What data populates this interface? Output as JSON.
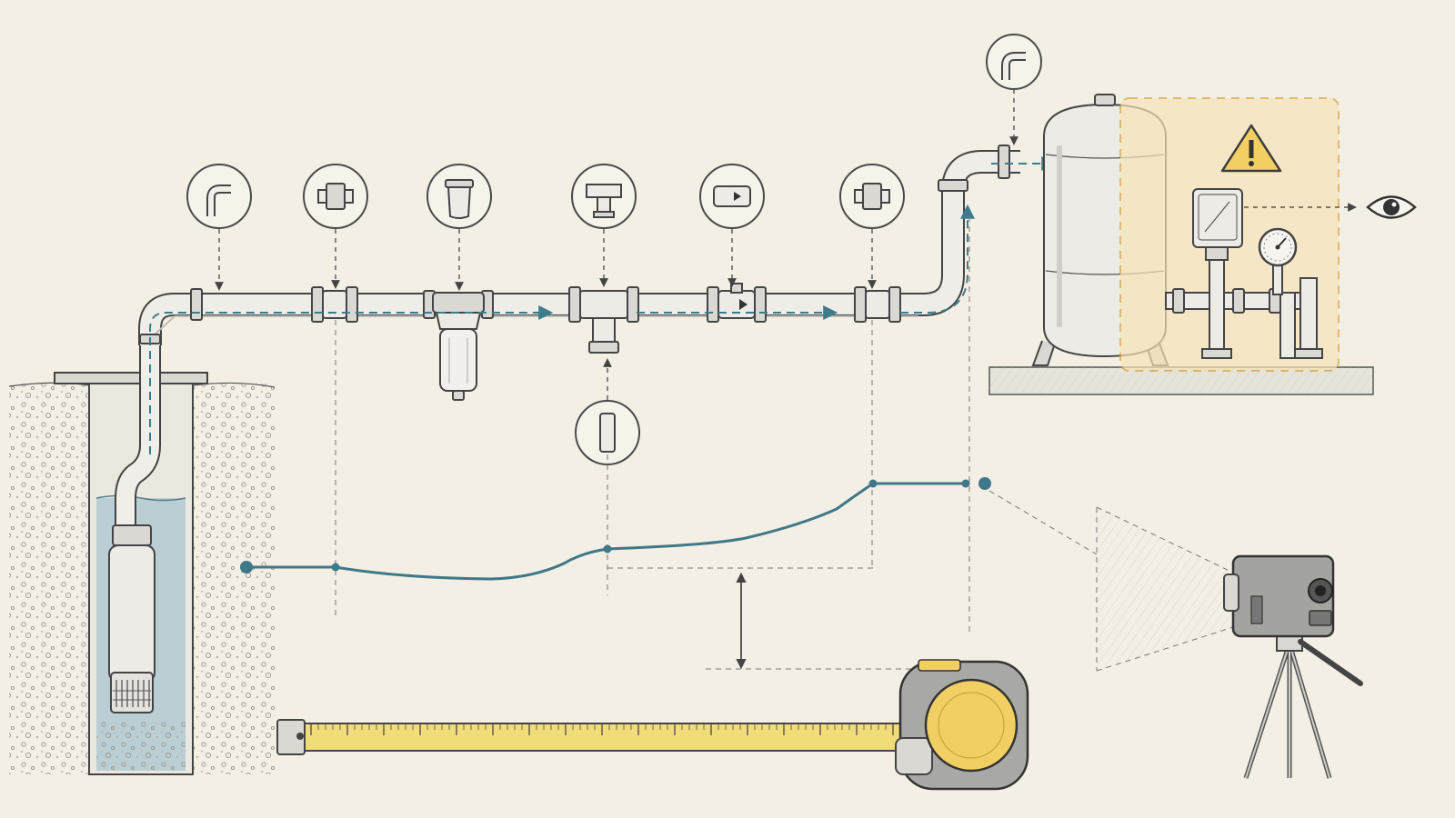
{
  "diagram": {
    "title": "",
    "colors": {
      "paper": "#f3efe4",
      "ink": "#3c3c3c",
      "flow": "#3c7c8c",
      "water": "#a9c6d0",
      "warning": "#f2cf63",
      "highlight": "#f6e4b8",
      "tape": "#f1dc7a"
    },
    "components": [
      {
        "id": "well",
        "icon": "well-casing-icon"
      },
      {
        "id": "submersible-pump",
        "icon": "submersible-pump-icon"
      },
      {
        "id": "drop-pipe",
        "icon": "pipe-icon"
      },
      {
        "id": "horizontal-line",
        "icon": "pipe-icon"
      },
      {
        "id": "sediment-filter",
        "icon": "filter-housing-icon"
      },
      {
        "id": "check-valve",
        "icon": "check-valve-icon"
      },
      {
        "id": "pressure-tank",
        "icon": "pressure-tank-icon"
      },
      {
        "id": "pressure-switch",
        "icon": "pressure-switch-icon"
      },
      {
        "id": "pressure-gauge",
        "icon": "pressure-gauge-icon"
      },
      {
        "id": "tape-measure",
        "icon": "tape-measure-icon"
      },
      {
        "id": "camera-on-tripod",
        "icon": "camera-tripod-icon"
      }
    ],
    "callouts": [
      {
        "name": "elbow-fitting-callout",
        "icon": "elbow-icon"
      },
      {
        "name": "union-fitting-callout-1",
        "icon": "union-icon"
      },
      {
        "name": "filter-cartridge-callout",
        "icon": "filter-cartridge-icon"
      },
      {
        "name": "tee-fitting-callout",
        "icon": "tee-icon"
      },
      {
        "name": "check-valve-callout",
        "icon": "check-valve-icon"
      },
      {
        "name": "union-fitting-callout-2",
        "icon": "union-icon"
      },
      {
        "name": "tank-elbow-callout",
        "icon": "elbow-icon"
      },
      {
        "name": "pipe-nipple-callout",
        "icon": "nipple-icon"
      }
    ],
    "alerts": [
      {
        "name": "warning-sign",
        "icon": "warning-triangle-icon"
      },
      {
        "name": "inspect-eye",
        "icon": "eye-icon"
      }
    ]
  }
}
